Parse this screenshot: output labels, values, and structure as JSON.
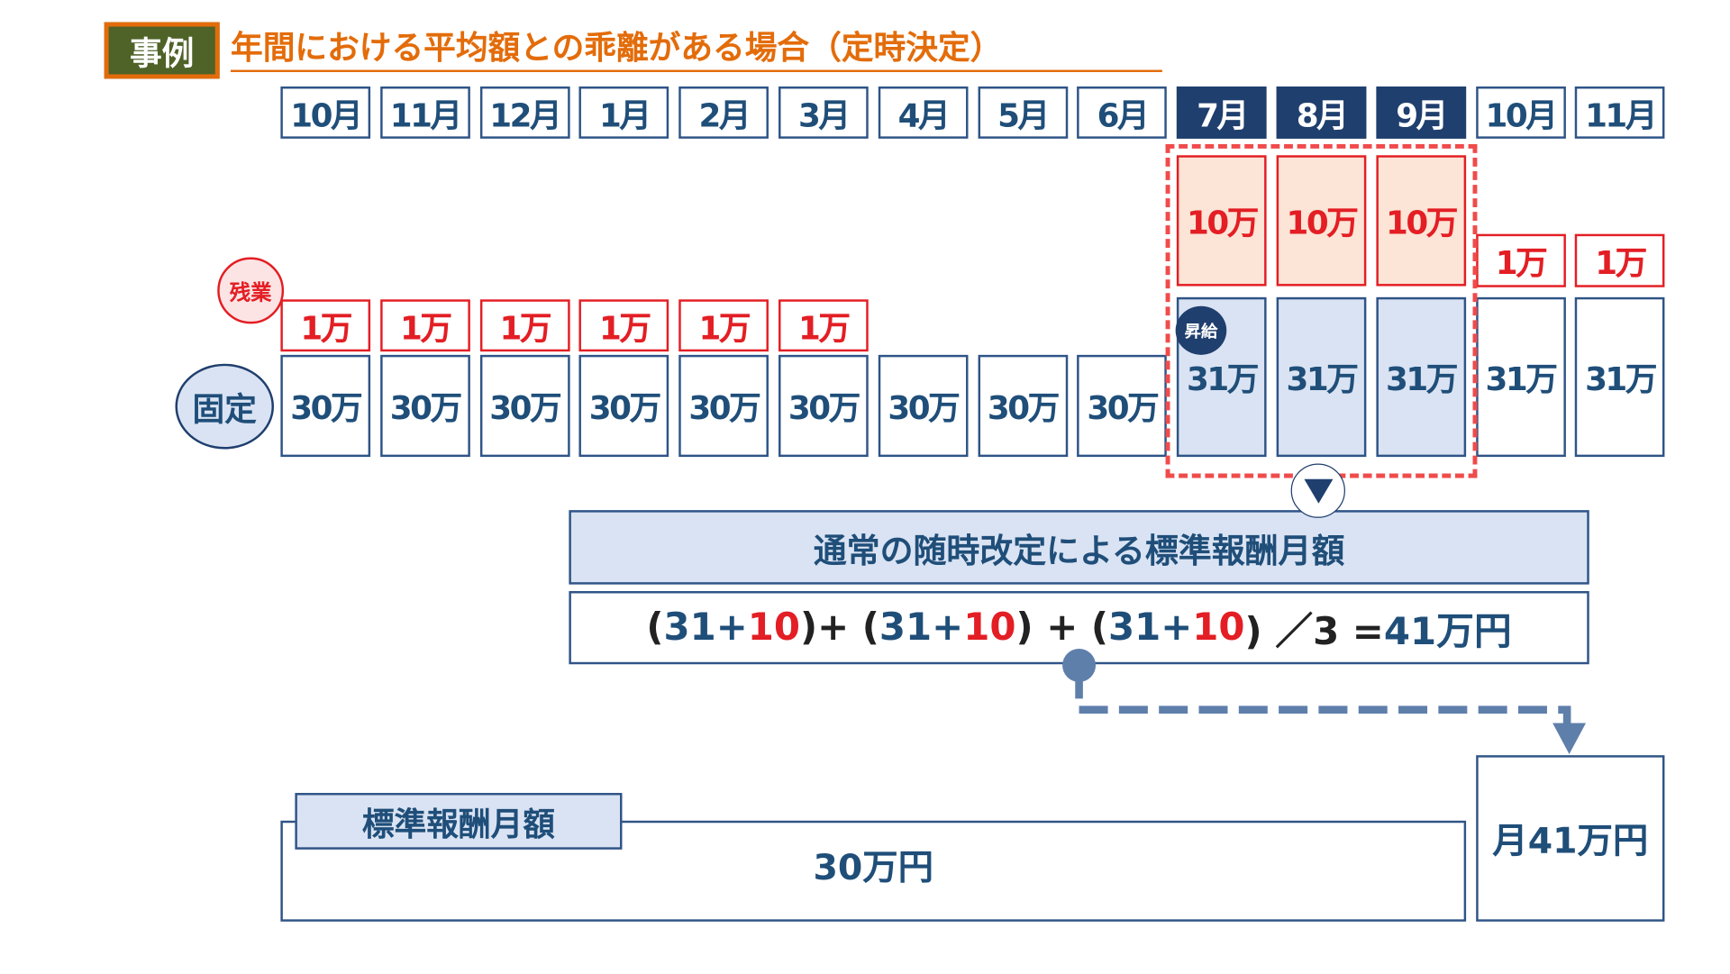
{
  "header": {
    "tag": "事例",
    "title": "年間における平均額との乖離がある場合（定時決定）"
  },
  "months": [
    "10月",
    "11月",
    "12月",
    "1月",
    "2月",
    "3月",
    "4月",
    "5月",
    "6月",
    "7月",
    "8月",
    "9月",
    "10月",
    "11月"
  ],
  "highlighted_months": [
    9,
    10,
    11
  ],
  "overtime": [
    "1万",
    "1万",
    "1万",
    "1万",
    "1万",
    "1万",
    "",
    "",
    "",
    "10万",
    "10万",
    "10万",
    "1万",
    "1万"
  ],
  "fixed": [
    "30万",
    "30万",
    "30万",
    "30万",
    "30万",
    "30万",
    "30万",
    "30万",
    "30万",
    "31万",
    "31万",
    "31万",
    "31万",
    "31万"
  ],
  "labels": {
    "overtime": "残業",
    "fixed": "固定",
    "raise": "昇給"
  },
  "calc": {
    "title": "通常の随時改定による標準報酬月額",
    "parts": [
      "(",
      "31",
      "+",
      "10",
      ")+ (",
      "31",
      "+",
      "10",
      ") + (",
      "31",
      "+",
      "10",
      ") ／3 =",
      "41万円"
    ]
  },
  "standard": {
    "label": "標準報酬月額",
    "value": "30万円",
    "new_value": "月41万円"
  },
  "colors": {
    "navy": "#1f4e79",
    "red": "#e31e24",
    "orange": "#e36c0a",
    "green": "#4f6228",
    "lightblue": "#dae3f3",
    "peach": "#fce4d6"
  }
}
